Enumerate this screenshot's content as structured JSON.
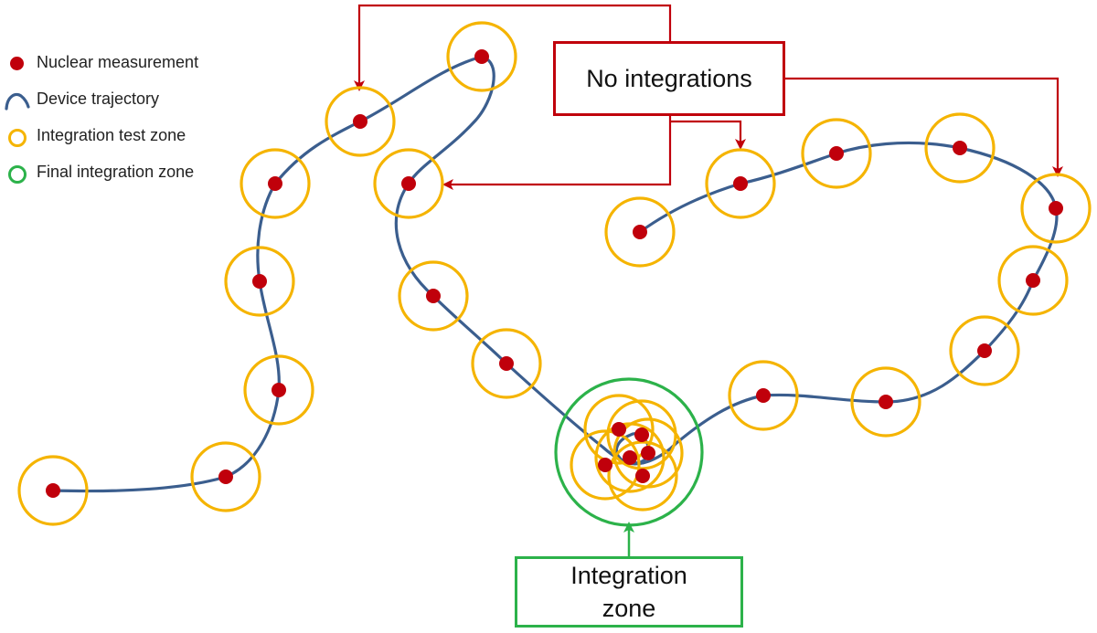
{
  "legend": {
    "nuclear_measurement": "Nuclear measurement",
    "device_trajectory": "Device trajectory",
    "integration_test_zone": "Integration test zone",
    "final_integration_zone": "Final integration zone"
  },
  "callouts": {
    "no_integrations": "No integrations",
    "integration_zone": "Integration zone"
  },
  "colors": {
    "measurement": "#c0000b",
    "trajectory": "#3b5e8e",
    "test_zone": "#f5b400",
    "final_zone": "#2cb24a",
    "no_integration_arrow": "#c0000b",
    "integration_arrow": "#2cb24a"
  },
  "icons": [
    "red-dot-icon",
    "trajectory-curve-icon",
    "yellow-ring-icon",
    "green-ring-icon"
  ]
}
